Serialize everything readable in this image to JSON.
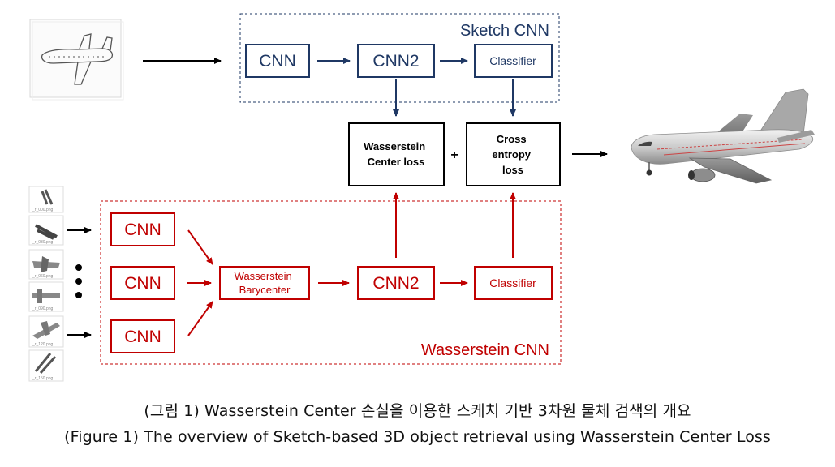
{
  "sketch_group": {
    "label": "Sketch CNN",
    "color": "#1f3864"
  },
  "wasserstein_group": {
    "label": "Wasserstein CNN",
    "color": "#c00000"
  },
  "sketch_nodes": {
    "cnn": "CNN",
    "cnn2": "CNN2",
    "classifier": "Classifier"
  },
  "loss_nodes": {
    "wasserstein_loss": [
      "Wasserstein",
      "Center loss"
    ],
    "plus": "+",
    "cross_entropy": [
      "Cross",
      "entropy",
      "loss"
    ]
  },
  "wasserstein_nodes": {
    "cnn_top": "CNN",
    "cnn_mid": "CNN",
    "cnn_bot": "CNN",
    "barycenter": [
      "Wasserstein",
      "Barycenter"
    ],
    "cnn2": "CNN2",
    "classifier": "Classifier"
  },
  "view_thumbnails": [
    "_r_000.png",
    "_r_030.png",
    "_r_060.png",
    "_r_090.png",
    "_r_120.png",
    "_r_150.png"
  ],
  "caption": {
    "korean": "(그림 1) Wasserstein Center 손실을 이용한 스케치 기반 3차원 물체 검색의 개요",
    "english": "(Figure 1) The overview of Sketch-based 3D object retrieval using Wasserstein Center Loss"
  }
}
